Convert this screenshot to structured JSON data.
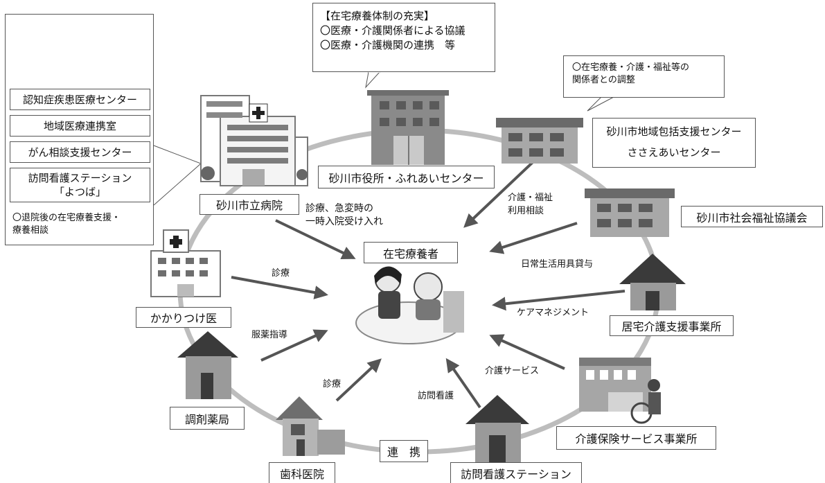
{
  "center": {
    "label": "在宅療養者"
  },
  "callout_city": {
    "title": "【在宅療養体制の充実】",
    "lines": [
      "〇医療・介護関係者による協議",
      "〇医療・介護機関の連携　等"
    ]
  },
  "callout_hospital": {
    "services": [
      "認知症疾患医療センター",
      "地域医療連携室",
      "がん相談支援センター",
      "訪問看護ステーション\n「よつば」"
    ],
    "note": "〇退院後の在宅療養支援・\n療養相談"
  },
  "callout_center": {
    "text": "〇在宅療養・介護・福祉等の\n関係者との調整"
  },
  "nodes": {
    "city_hall": "砂川市役所・ふれあいセンター",
    "hospital": "砂川市立病院",
    "support_center": "砂川市地域包括支援センター",
    "support_center_sub": "ささえあいセンター",
    "welfare_council": "砂川市社会福祉協議会",
    "home_care_office": "居宅介護支援事業所",
    "care_service": "介護保険サービス事業所",
    "visiting_nursing": "訪問看護ステーション",
    "dental": "歯科医院",
    "pharmacy": "調剤薬局",
    "family_doctor": "かかりつけ医"
  },
  "arrows": {
    "hospital": "診療、急変時の\n一時入院受け入れ",
    "support_center": "介護・福祉\n利用相談",
    "welfare_council": "日常生活用具貸与",
    "home_care_office": "ケアマネジメント",
    "care_service": "介護サービス",
    "visiting_nursing": "訪問看護",
    "dental": "診療",
    "pharmacy": "服薬指導",
    "family_doctor": "診療"
  },
  "link_label": "連　携"
}
